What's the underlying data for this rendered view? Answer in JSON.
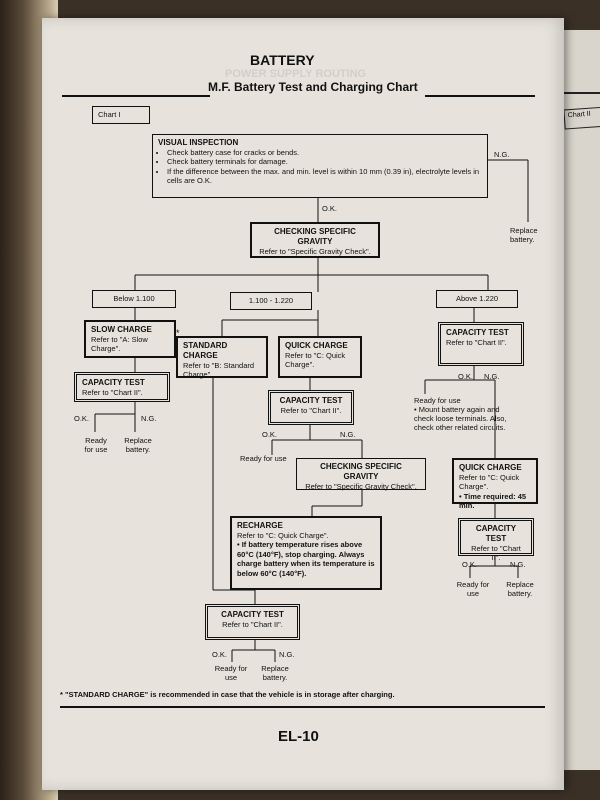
{
  "header": {
    "title": "BATTERY",
    "subtitle": "M.F. Battery Test and Charging Chart"
  },
  "chart_label": "Chart I",
  "visual_inspection": {
    "heading": "VISUAL INSPECTION",
    "items": [
      "Check battery case for cracks or bends.",
      "Check battery terminals for damage.",
      "If the difference between the max. and min. level is within 10 mm (0.39 in), electrolyte levels in cells are O.K."
    ]
  },
  "ng_top": "N.G.",
  "ok_top": "O.K.",
  "replace_battery_top": "Replace battery.",
  "specific_gravity_1": {
    "heading": "CHECKING SPECIFIC GRAVITY",
    "body": "Refer to \"Specific Gravity Check\"."
  },
  "ranges": {
    "below": "Below 1.100",
    "middle": "1.100 - 1.220",
    "above": "Above 1.220"
  },
  "slow_charge": {
    "heading": "SLOW CHARGE",
    "body": "Refer to \"A: Slow Charge\"."
  },
  "asterisk": "*",
  "standard_charge": {
    "heading": "STANDARD CHARGE",
    "body": "Refer to \"B: Standard Charge\"."
  },
  "quick_charge_1": {
    "heading": "QUICK CHARGE",
    "body": "Refer to \"C: Quick Charge\"."
  },
  "capacity_test_above": {
    "heading": "CAPACITY TEST",
    "body": "Refer to \"Chart II\"."
  },
  "capacity_test_left": {
    "heading": "CAPACITY TEST",
    "body": "Refer to \"Chart II\"."
  },
  "left_results": {
    "ok": "O.K.",
    "ng": "N.G.",
    "ready": "Ready for use",
    "replace": "Replace battery."
  },
  "capacity_test_mid": {
    "heading": "CAPACITY TEST",
    "body": "Refer to \"Chart II\"."
  },
  "mid_results": {
    "ok": "O.K.",
    "ng": "N.G.",
    "ready": "Ready for use"
  },
  "specific_gravity_2": {
    "heading": "CHECKING SPECIFIC GRAVITY",
    "body": "Refer to \"Specific Gravity Check\"."
  },
  "right_results": {
    "ok": "O.K.",
    "ng": "N.G."
  },
  "ready_for_use_note": {
    "heading": "Ready for use",
    "items": [
      "Mount battery again and check loose terminals. Also, check other related circuits."
    ]
  },
  "quick_charge_2": {
    "heading": "QUICK CHARGE",
    "body": "Refer to \"C: Quick Charge\".",
    "time": "Time required: 45 min."
  },
  "capacity_test_right": {
    "heading": "CAPACITY TEST",
    "body": "Refer to \"Chart II\"."
  },
  "right_bottom_results": {
    "ok": "O.K.",
    "ng": "N.G.",
    "ready": "Ready for use",
    "replace": "Replace battery."
  },
  "recharge": {
    "heading": "RECHARGE",
    "body": "Refer to \"C: Quick Charge\".",
    "note": "If battery temperature rises above 60°C (140°F), stop charging. Always charge battery when its temperature is below 60°C (140°F)."
  },
  "capacity_test_bottom": {
    "heading": "CAPACITY TEST",
    "body": "Refer to \"Chart II\"."
  },
  "bottom_results": {
    "ok": "O.K.",
    "ng": "N.G.",
    "ready": "Ready for use",
    "replace": "Replace battery."
  },
  "footnote": "* \"STANDARD CHARGE\" is recommended in case that the vehicle is in storage after charging.",
  "page_number": "EL-10",
  "next_page": {
    "chart_label": "Chart II"
  }
}
